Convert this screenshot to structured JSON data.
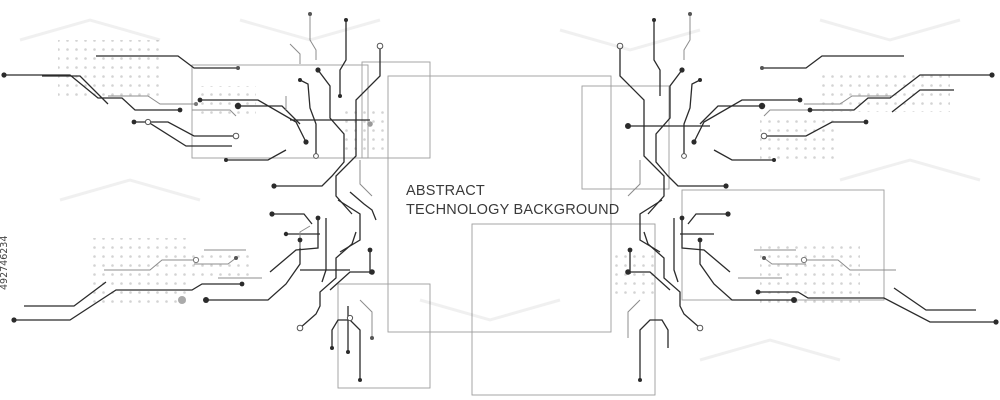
{
  "title": {
    "line1": "ABSTRACT",
    "line2": "TECHNOLOGY BACKGROUND"
  },
  "stock_id": "492746234",
  "colors": {
    "background": "#ffffff",
    "trace_dark": "#2b2b2b",
    "trace_mid": "#6f6f6f",
    "trace_light": "#b9b9b9",
    "frame": "#9d9d9d",
    "dots": "#d3d3d3"
  }
}
